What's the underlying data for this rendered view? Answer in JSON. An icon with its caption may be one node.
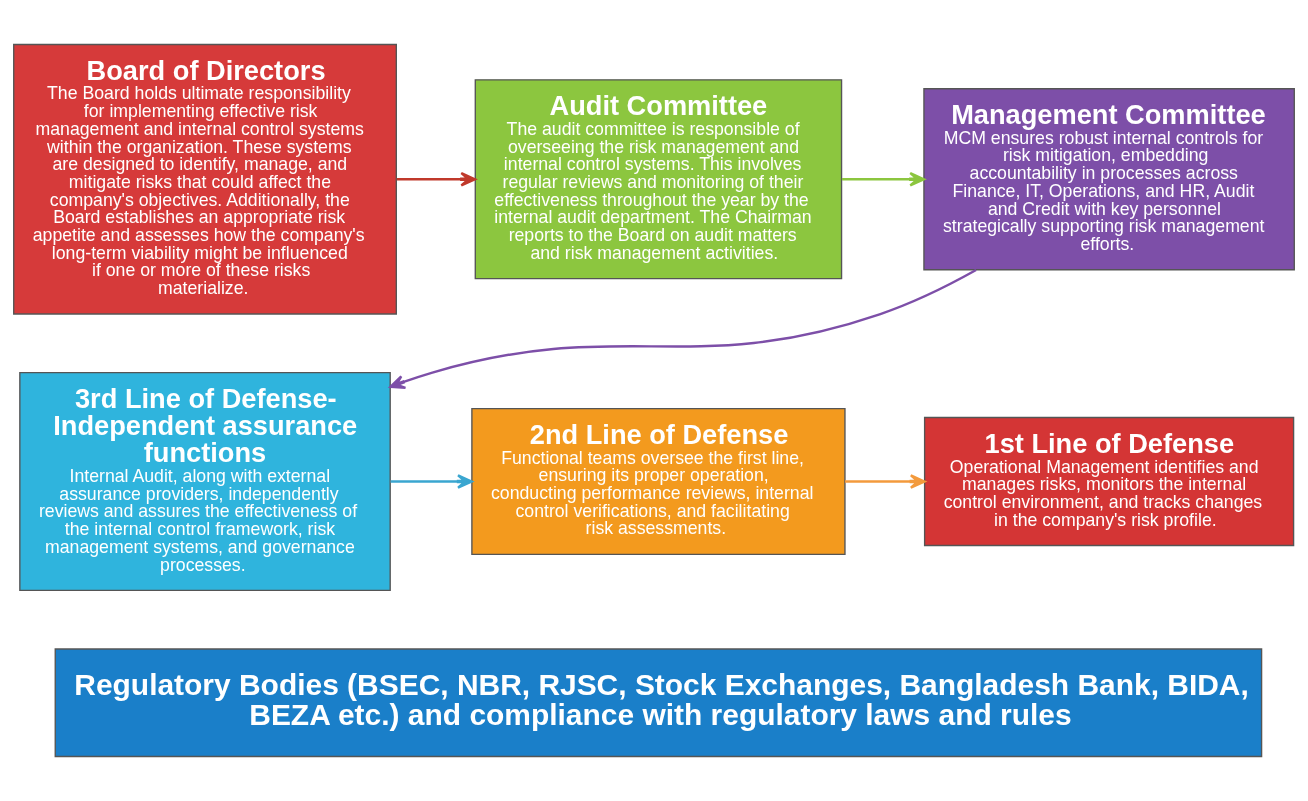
{
  "diagram": {
    "nodes": [
      {
        "text": [
          "Board of Directors",
          "The Board holds ultimate responsibility for implementing effective risk management and internal control systems within the organization. These systems are designed to identify, manage, and mitigate risks that could affect the company's objectives. Additionally, the Board establishes an appropriate risk appetite and assesses how the company's long-term viability might be influenced if one or more of these risks materialize."
        ]
      },
      {
        "text": [
          "Audit Committee",
          "The audit committee is responsible of overseeing the risk management and internal control systems. This involves regular reviews and monitoring of their effectiveness throughout the year by the internal audit department. The Chairman reports to the Board on audit matters and risk management activities."
        ]
      },
      {
        "text": [
          "Management Committee",
          "MCM ensures robust internal controls for risk mitigation, embedding accountability in processes across Finance, IT, Operations, and HR, Audit and Credit with key personnel strategically supporting risk management efforts."
        ]
      },
      {
        "text": [
          "3rd Line of Defense-Independent assurance functions",
          "Internal Audit, along with external assurance providers, independently reviews and assures the effectiveness of the internal control framework, risk management systems, and governance processes."
        ]
      },
      {
        "text": [
          "2nd Line of Defense",
          "Functional teams oversee the first line, ensuring its proper operation, conducting performance reviews, internal control verifications, and facilitating risk assessments."
        ]
      },
      {
        "text": [
          "1st Line of Defense",
          "Operational Management identifies and manages risks, monitors the internal control environment, and tracks changes in the company's risk profile."
        ]
      },
      {
        "text": [
          "Regulatory Bodies (BSEC, NBR, RJSC, Stock Exchanges, Bangladesh Bank, BIDA, BEZA etc.) and compliance with regulatory laws and rules"
        ]
      }
    ],
    "edges": [
      {
        "from": 0,
        "to": 1,
        "arrow": "to",
        "color": "#c0392b"
      },
      {
        "from": 1,
        "to": 2,
        "arrow": "to",
        "color": "#8cc63f"
      },
      {
        "from": 2,
        "to": 3,
        "arrow": "to",
        "color": "#7d4fa8"
      },
      {
        "from": 3,
        "to": 4,
        "arrow": "to",
        "color": "#3aa6d0"
      },
      {
        "from": 4,
        "to": 5,
        "arrow": "to",
        "color": "#f39a3c"
      }
    ]
  }
}
